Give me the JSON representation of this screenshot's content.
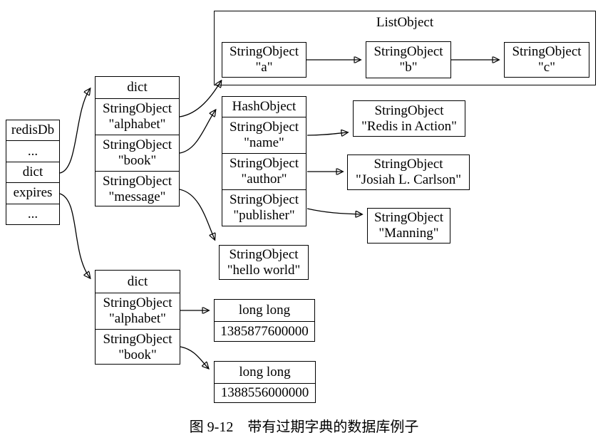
{
  "figure": {
    "caption": "图 9-12　带有过期字典的数据库例子"
  },
  "colors": {
    "line": "#000000",
    "background": "#ffffff",
    "text": "#000000"
  },
  "nodes": {
    "redisdb": {
      "rows": [
        "redisDb",
        "...",
        "dict",
        "expires",
        "..."
      ]
    },
    "dict_top": {
      "title": "dict",
      "rows": [
        "StringObject\n\"alphabet\"",
        "StringObject\n\"book\"",
        "StringObject\n\"message\""
      ]
    },
    "list": {
      "title": "ListObject",
      "items": [
        "StringObject\n\"a\"",
        "StringObject\n\"b\"",
        "StringObject\n\"c\""
      ]
    },
    "hash": {
      "title": "HashObject",
      "rows": [
        "StringObject\n\"name\"",
        "StringObject\n\"author\"",
        "StringObject\n\"publisher\""
      ]
    },
    "str_redis_in_action": "StringObject\n\"Redis in Action\"",
    "str_josiah": "StringObject\n\"Josiah L. Carlson\"",
    "str_manning": "StringObject\n\"Manning\"",
    "str_hello_world": "StringObject\n\"hello world\"",
    "dict_bottom": {
      "title": "dict",
      "rows": [
        "StringObject\n\"alphabet\"",
        "StringObject\n\"book\""
      ]
    },
    "expire_alphabet": {
      "title": "long long",
      "value": "1385877600000"
    },
    "expire_book": {
      "title": "long long",
      "value": "1388556000000"
    }
  }
}
